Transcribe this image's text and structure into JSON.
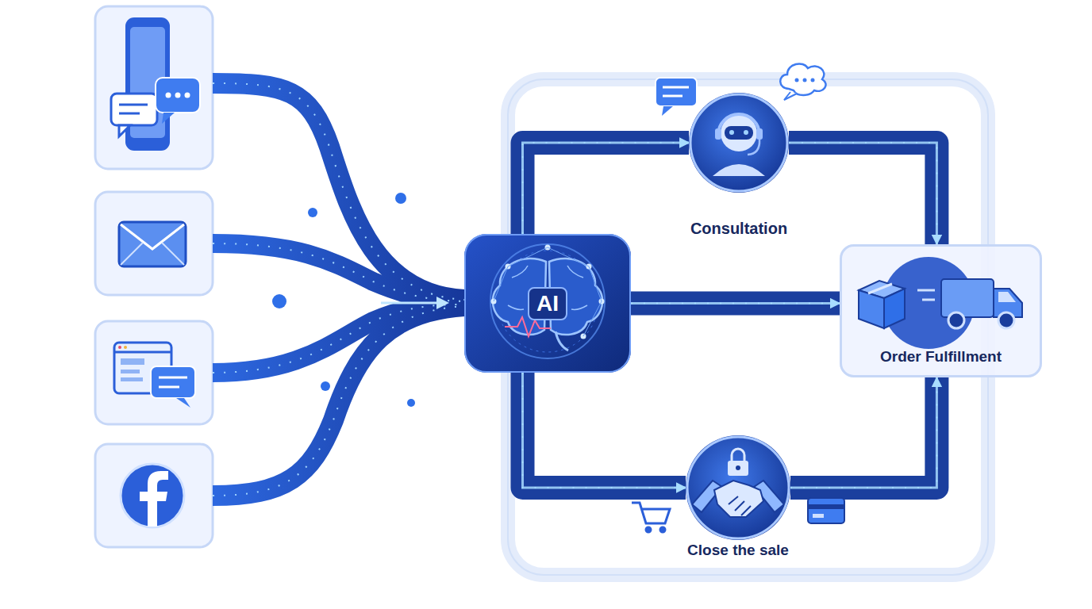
{
  "diagram": {
    "nodes": [
      {
        "text": [
          "AI"
        ]
      },
      {
        "text": [
          "Consultation"
        ]
      },
      {
        "text": [
          "Order Fulfillment"
        ]
      },
      {
        "text": [
          "Close the sale"
        ]
      }
    ],
    "edges": [
      {
        "from": 0,
        "to": 1,
        "arrow": "to"
      },
      {
        "from": 1,
        "to": 2,
        "arrow": "to"
      },
      {
        "from": 0,
        "to": 2,
        "arrow": "to"
      },
      {
        "from": 0,
        "to": 3,
        "arrow": "to"
      },
      {
        "from": 3,
        "to": 2,
        "arrow": "to"
      }
    ]
  }
}
